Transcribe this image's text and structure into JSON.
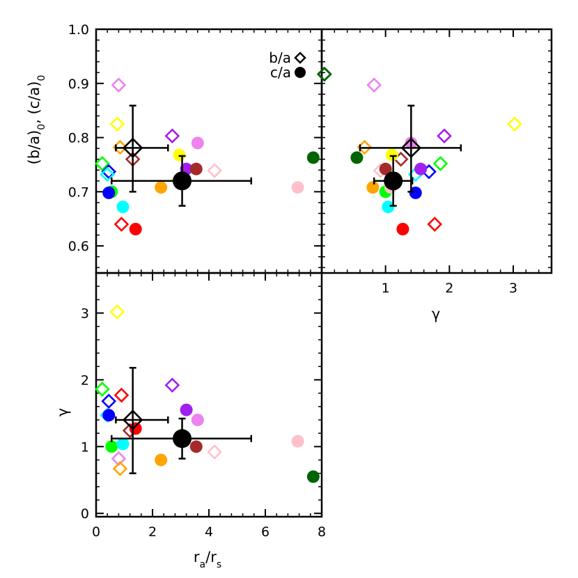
{
  "chart_data": [
    {
      "panel": "top-left",
      "type": "scatter",
      "xlabel": "",
      "ylabel": "(b/a)0, (c/a)0",
      "xlim": [
        0,
        8
      ],
      "ylim": [
        0.55,
        1.0
      ],
      "yticks": [
        "0.6",
        "0.7",
        "0.8",
        "0.9",
        "1.0"
      ],
      "legend": {
        "position": "top-right",
        "entries": [
          {
            "label": "b/a",
            "marker": "open-diamond"
          },
          {
            "label": "c/a",
            "marker": "filled-circle"
          }
        ]
      },
      "series": [
        {
          "name": "b/a",
          "marker": "diamond",
          "points": [
            {
              "x": 0.8,
              "y": 0.897,
              "color": "#ee82ee"
            },
            {
              "x": 0.75,
              "y": 0.825,
              "color": "#ffff00"
            },
            {
              "x": 0.85,
              "y": 0.782,
              "color": "#ffa500"
            },
            {
              "x": 1.3,
              "y": 0.76,
              "color": "#a52a2a"
            },
            {
              "x": 2.7,
              "y": 0.803,
              "color": "#a020f0"
            },
            {
              "x": 0.22,
              "y": 0.752,
              "color": "#00ff00"
            },
            {
              "x": 0.45,
              "y": 0.737,
              "color": "#0000ff"
            },
            {
              "x": 0.4,
              "y": 0.732,
              "color": "#00ffff"
            },
            {
              "x": 0.9,
              "y": 0.64,
              "color": "#ff0000"
            },
            {
              "x": 4.2,
              "y": 0.739,
              "color": "#ffc0cb"
            },
            {
              "x": 8.1,
              "y": 0.917,
              "color": "#006400"
            }
          ]
        },
        {
          "name": "c/a",
          "marker": "circle",
          "points": [
            {
              "x": 2.95,
              "y": 0.768,
              "color": "#ffff00"
            },
            {
              "x": 3.6,
              "y": 0.79,
              "color": "#ee82ee"
            },
            {
              "x": 3.2,
              "y": 0.742,
              "color": "#a020f0"
            },
            {
              "x": 3.55,
              "y": 0.742,
              "color": "#a52a2a"
            },
            {
              "x": 2.3,
              "y": 0.708,
              "color": "#ffa500"
            },
            {
              "x": 0.55,
              "y": 0.7,
              "color": "#00ff00"
            },
            {
              "x": 0.45,
              "y": 0.698,
              "color": "#0000ff"
            },
            {
              "x": 0.95,
              "y": 0.672,
              "color": "#00ffff"
            },
            {
              "x": 1.4,
              "y": 0.631,
              "color": "#ff0000"
            },
            {
              "x": 7.15,
              "y": 0.708,
              "color": "#ffc0cb"
            },
            {
              "x": 7.7,
              "y": 0.763,
              "color": "#006400"
            }
          ]
        },
        {
          "name": "b/a mean",
          "marker": "diamond-large",
          "points": [
            {
              "x": 1.3,
              "y": 0.781,
              "xerr": [
                0.7,
                2.55
              ],
              "yerr": [
                0.7,
                0.859
              ],
              "color": "#000000"
            }
          ]
        },
        {
          "name": "c/a mean",
          "marker": "circle-large",
          "points": [
            {
              "x": 3.05,
              "y": 0.72,
              "xerr": [
                0.55,
                5.5
              ],
              "yerr": [
                0.674,
                0.766
              ],
              "color": "#000000"
            }
          ]
        }
      ]
    },
    {
      "panel": "top-right",
      "type": "scatter",
      "xlabel": "γ",
      "ylabel": "",
      "xlim": [
        0,
        3.6
      ],
      "ylim": [
        0.55,
        1.0
      ],
      "xticks": [
        "1",
        "2",
        "3"
      ],
      "series": [
        {
          "name": "b/a",
          "marker": "diamond",
          "points": [
            {
              "x": 0.82,
              "y": 0.897,
              "color": "#ee82ee"
            },
            {
              "x": 3.02,
              "y": 0.825,
              "color": "#ffff00"
            },
            {
              "x": 0.67,
              "y": 0.782,
              "color": "#ffa500"
            },
            {
              "x": 1.24,
              "y": 0.76,
              "color": "#a52a2a"
            },
            {
              "x": 1.92,
              "y": 0.803,
              "color": "#a020f0"
            },
            {
              "x": 1.86,
              "y": 0.752,
              "color": "#00ff00"
            },
            {
              "x": 1.68,
              "y": 0.737,
              "color": "#0000ff"
            },
            {
              "x": 1.47,
              "y": 0.732,
              "color": "#00ffff"
            },
            {
              "x": 1.77,
              "y": 0.64,
              "color": "#ff0000"
            },
            {
              "x": 0.92,
              "y": 0.739,
              "color": "#ffc0cb"
            },
            {
              "x": 0.04,
              "y": 0.917,
              "color": "#006400"
            }
          ]
        },
        {
          "name": "c/a",
          "marker": "circle",
          "points": [
            {
              "x": 1.1,
              "y": 0.768,
              "color": "#ffff00"
            },
            {
              "x": 1.4,
              "y": 0.79,
              "color": "#ee82ee"
            },
            {
              "x": 1.55,
              "y": 0.742,
              "color": "#a020f0"
            },
            {
              "x": 1.0,
              "y": 0.742,
              "color": "#a52a2a"
            },
            {
              "x": 0.8,
              "y": 0.708,
              "color": "#ffa500"
            },
            {
              "x": 1.0,
              "y": 0.7,
              "color": "#00ff00"
            },
            {
              "x": 1.47,
              "y": 0.698,
              "color": "#0000ff"
            },
            {
              "x": 1.04,
              "y": 0.672,
              "color": "#00ffff"
            },
            {
              "x": 1.27,
              "y": 0.631,
              "color": "#ff0000"
            },
            {
              "x": 1.08,
              "y": 0.708,
              "color": "#ffc0cb"
            },
            {
              "x": 0.55,
              "y": 0.763,
              "color": "#006400"
            }
          ]
        },
        {
          "name": "b/a mean",
          "marker": "diamond-large",
          "points": [
            {
              "x": 1.4,
              "y": 0.781,
              "xerr": [
                0.6,
                2.18
              ],
              "yerr": [
                0.7,
                0.859
              ],
              "color": "#000000"
            }
          ]
        },
        {
          "name": "c/a mean",
          "marker": "circle-large",
          "points": [
            {
              "x": 1.12,
              "y": 0.72,
              "xerr": [
                0.82,
                1.42
              ],
              "yerr": [
                0.674,
                0.766
              ],
              "color": "#000000"
            }
          ]
        }
      ]
    },
    {
      "panel": "bottom-left",
      "type": "scatter",
      "xlabel": "ra/rs",
      "ylabel": "γ",
      "xlim": [
        0,
        8
      ],
      "ylim": [
        -0.05,
        3.6
      ],
      "xticks": [
        "0",
        "2",
        "4",
        "6",
        "8"
      ],
      "yticks": [
        "0",
        "1",
        "2",
        "3"
      ],
      "series": [
        {
          "name": "b/a",
          "marker": "diamond",
          "points": [
            {
              "x": 0.75,
              "y": 3.02,
              "color": "#ffff00"
            },
            {
              "x": 0.8,
              "y": 0.82,
              "color": "#ee82ee"
            },
            {
              "x": 0.85,
              "y": 0.67,
              "color": "#ffa500"
            },
            {
              "x": 1.2,
              "y": 1.24,
              "color": "#a52a2a"
            },
            {
              "x": 2.7,
              "y": 1.92,
              "color": "#a020f0"
            },
            {
              "x": 0.22,
              "y": 1.86,
              "color": "#00ff00"
            },
            {
              "x": 0.45,
              "y": 1.68,
              "color": "#0000ff"
            },
            {
              "x": 0.4,
              "y": 1.47,
              "color": "#00ffff"
            },
            {
              "x": 0.9,
              "y": 1.77,
              "color": "#ff0000"
            },
            {
              "x": 4.2,
              "y": 0.92,
              "color": "#ffc0cb"
            }
          ]
        },
        {
          "name": "c/a",
          "marker": "circle",
          "points": [
            {
              "x": 2.95,
              "y": 1.1,
              "color": "#ffff00"
            },
            {
              "x": 3.6,
              "y": 1.4,
              "color": "#ee82ee"
            },
            {
              "x": 3.2,
              "y": 1.55,
              "color": "#a020f0"
            },
            {
              "x": 3.55,
              "y": 1.0,
              "color": "#a52a2a"
            },
            {
              "x": 2.3,
              "y": 0.8,
              "color": "#ffa500"
            },
            {
              "x": 0.55,
              "y": 1.0,
              "color": "#00ff00"
            },
            {
              "x": 0.45,
              "y": 1.47,
              "color": "#0000ff"
            },
            {
              "x": 0.95,
              "y": 1.04,
              "color": "#00ffff"
            },
            {
              "x": 1.4,
              "y": 1.27,
              "color": "#ff0000"
            },
            {
              "x": 7.15,
              "y": 1.08,
              "color": "#ffc0cb"
            },
            {
              "x": 7.7,
              "y": 0.55,
              "color": "#006400"
            }
          ]
        },
        {
          "name": "b/a mean",
          "marker": "diamond-large",
          "points": [
            {
              "x": 1.3,
              "y": 1.4,
              "xerr": [
                0.7,
                2.55
              ],
              "yerr": [
                0.6,
                2.18
              ],
              "color": "#000000"
            }
          ]
        },
        {
          "name": "c/a mean",
          "marker": "circle-large",
          "points": [
            {
              "x": 3.05,
              "y": 1.12,
              "xerr": [
                0.55,
                5.5
              ],
              "yerr": [
                0.82,
                1.42
              ],
              "color": "#000000"
            }
          ]
        }
      ]
    }
  ]
}
